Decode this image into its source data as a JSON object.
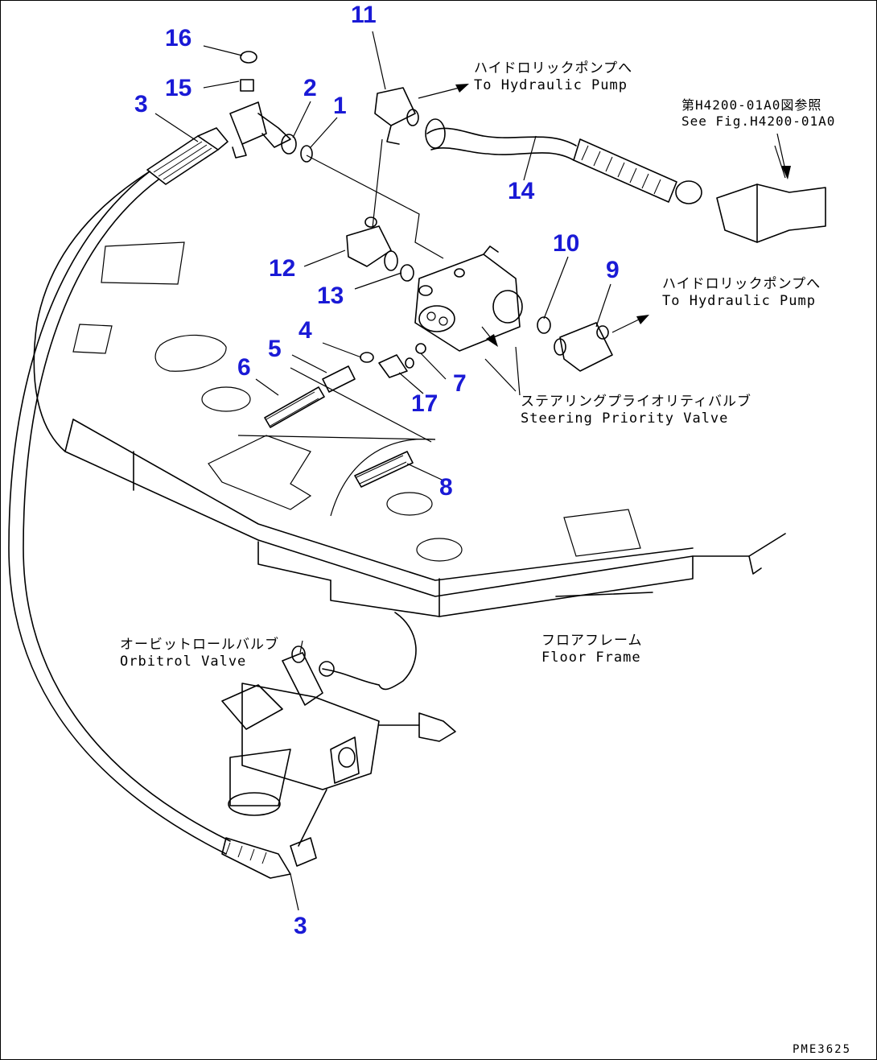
{
  "callouts": [
    {
      "id": "c16",
      "label": "16"
    },
    {
      "id": "c15",
      "label": "15"
    },
    {
      "id": "c3a",
      "label": "3"
    },
    {
      "id": "c2",
      "label": "2"
    },
    {
      "id": "c1",
      "label": "1"
    },
    {
      "id": "c11",
      "label": "11"
    },
    {
      "id": "c14",
      "label": "14"
    },
    {
      "id": "c12",
      "label": "12"
    },
    {
      "id": "c13",
      "label": "13"
    },
    {
      "id": "c10",
      "label": "10"
    },
    {
      "id": "c9",
      "label": "9"
    },
    {
      "id": "c4",
      "label": "4"
    },
    {
      "id": "c5",
      "label": "5"
    },
    {
      "id": "c6",
      "label": "6"
    },
    {
      "id": "c7",
      "label": "7"
    },
    {
      "id": "c17",
      "label": "17"
    },
    {
      "id": "c8",
      "label": "8"
    },
    {
      "id": "c3b",
      "label": "3"
    }
  ],
  "annotations": {
    "pump_top": {
      "jp": "ハイドロリックポンプへ",
      "en": "To Hydraulic Pump"
    },
    "fig_ref": {
      "jp": "第H4200-01A0図参照",
      "en": "See Fig.H4200-01A0"
    },
    "pump_right": {
      "jp": "ハイドロリックポンプへ",
      "en": "To Hydraulic Pump"
    },
    "priority_valve": {
      "jp": "ステアリングプライオリティバルブ",
      "en": "Steering Priority Valve"
    },
    "orbitrol": {
      "jp": "オービットロールバルブ",
      "en": "Orbitrol Valve"
    },
    "floor_frame": {
      "jp": "フロアフレーム",
      "en": "Floor Frame"
    }
  },
  "drawing_code": "PME3625",
  "colors": {
    "callout": "#1a1ad6",
    "line": "#000000",
    "background": "#ffffff"
  }
}
